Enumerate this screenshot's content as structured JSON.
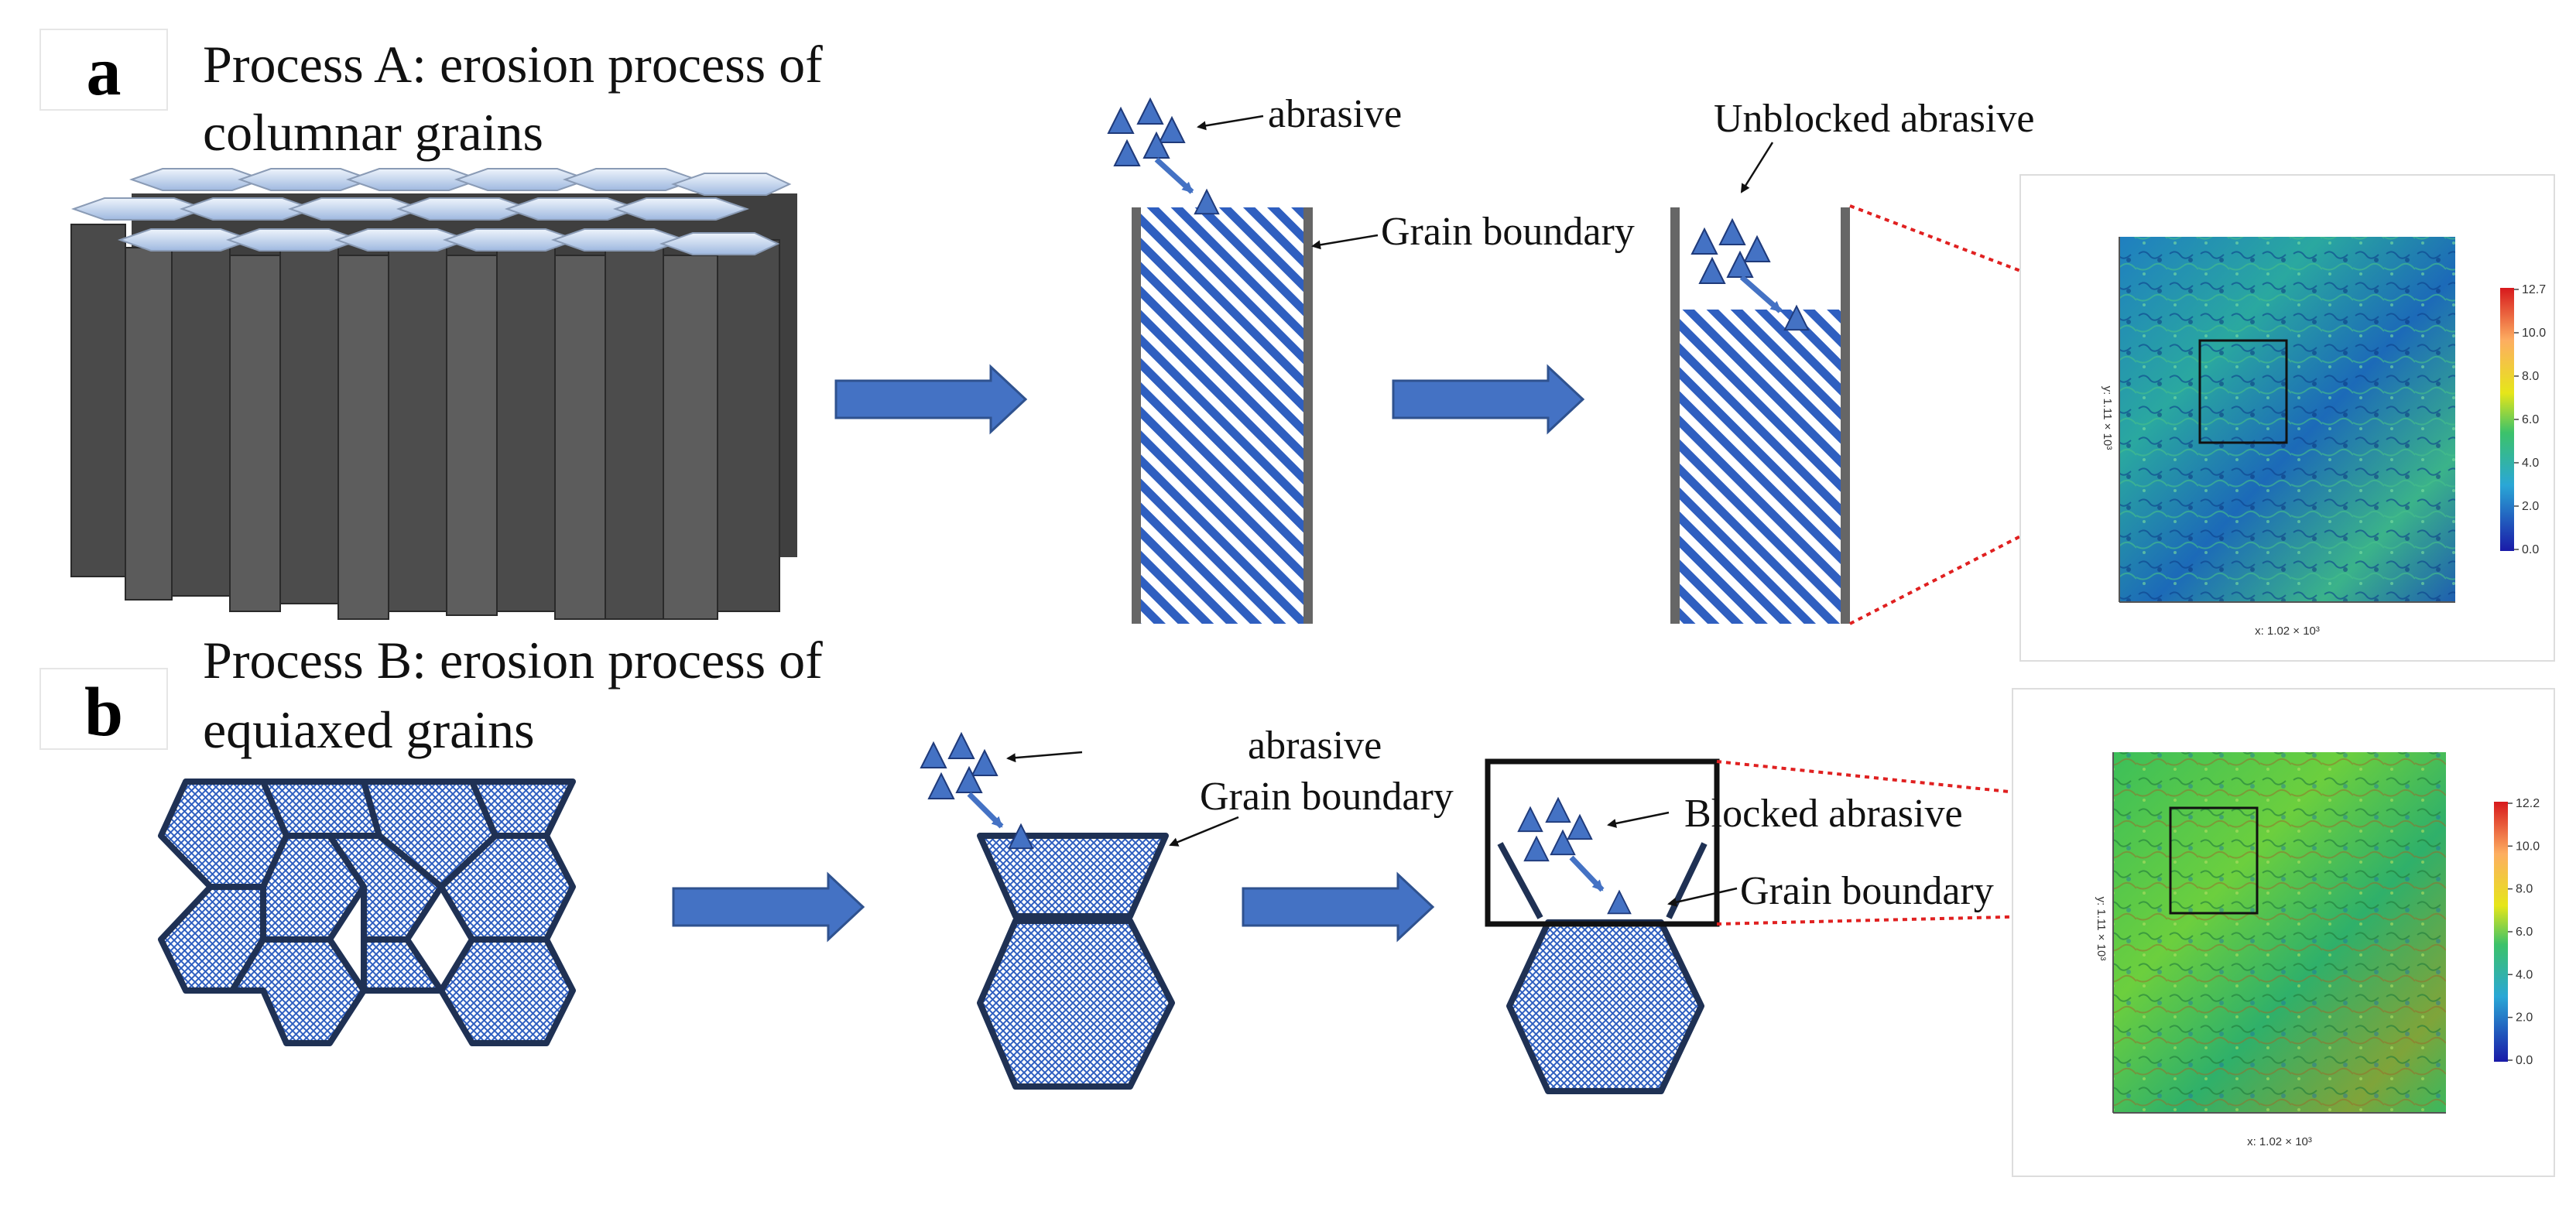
{
  "panel_a": {
    "letter": "a",
    "title_line1": "Process A: erosion process of",
    "title_line2": "columnar grains",
    "labels": {
      "abrasive": "abrasive",
      "grain_boundary": "Grain boundary",
      "unblocked_abrasive": "Unblocked abrasive"
    },
    "map": {
      "x_axis": "x: 1.02 × 10³",
      "y_axis": "y: 1.11 × 10³",
      "colorbar_ticks": [
        "12.7",
        "10.0",
        "8.0",
        "6.0",
        "4.0",
        "2.0",
        "0.0"
      ]
    }
  },
  "panel_b": {
    "letter": "b",
    "title_line1": "Process B: erosion process of",
    "title_line2": "equiaxed grains",
    "labels": {
      "abrasive": "abrasive",
      "grain_boundary": "Grain boundary",
      "blocked_abrasive": "Blocked abrasive",
      "grain_boundary_2": "Grain boundary"
    },
    "map": {
      "x_axis": "x: 1.02 × 10³",
      "y_axis": "y: 1.11 × 10³",
      "colorbar_ticks": [
        "12.2",
        "10.0",
        "8.0",
        "6.0",
        "4.0",
        "2.0",
        "0.0"
      ]
    }
  },
  "colors": {
    "arrow_blue": "#4472C4",
    "hatch_blue": "#2f5fc0",
    "hex_outline": "#1f3154",
    "column_gray": "#555555",
    "zoom_line": "#e02020"
  }
}
